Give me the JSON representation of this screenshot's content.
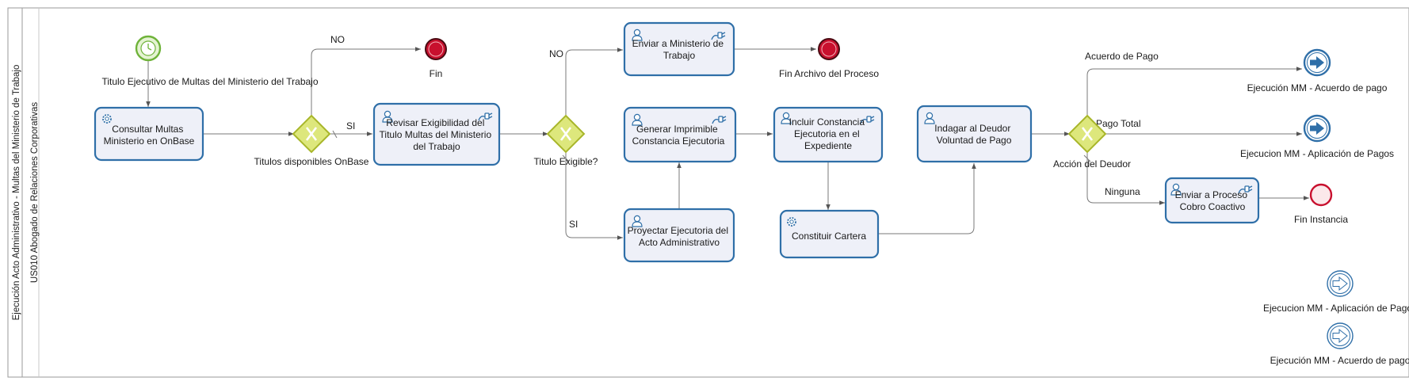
{
  "pool": {
    "label": "Ejecución Acto Administrativo - Multas del Ministerio de Trabajo",
    "lane_label": "US010 Abogado de Relaciones Corporativas"
  },
  "events": {
    "start": "Titulo Ejecutivo de Multas del Ministerio del Trabajo",
    "fin": "Fin",
    "fin_archivo": "Fin Archivo del Proceso",
    "fin_instancia": "Fin Instancia",
    "ejec_acuerdo": "Ejecución MM - Acuerdo de pago",
    "ejec_aplicacion": "Ejecucion MM - Aplicación de Pagos",
    "ejec_aplicacion_catch": "Ejecucion MM - Aplicación de Pagos",
    "ejec_acuerdo_catch": "Ejecución MM - Acuerdo de pago"
  },
  "gateways": {
    "g1": "Titulos disponibles OnBase",
    "g2": "Titulo Exigible?",
    "g3": "Acción del Deudor"
  },
  "tasks": {
    "consultar": [
      "Consultar Multas",
      "Ministerio en OnBase"
    ],
    "revisar": [
      "Revisar Exigibilidad del",
      "Titulo Multas del Ministerio",
      "del Trabajo"
    ],
    "enviar_ministerio": [
      "Enviar a Ministerio de",
      "Trabajo"
    ],
    "generar": [
      "Generar Imprimible",
      "Constancia Ejecutoria"
    ],
    "proyectar": [
      "Proyectar Ejecutoria del",
      "Acto Administrativo"
    ],
    "incluir": [
      "Incluir Constancia",
      "Ejecutoria en el",
      "Expediente"
    ],
    "constituir": [
      "Constituir Cartera"
    ],
    "indagar": [
      "Indagar al Deudor",
      "Voluntad de Pago"
    ],
    "enviar_coactivo": [
      "Enviar a Proceso",
      "Cobro Coactivo"
    ]
  },
  "flows": {
    "no1": "NO",
    "si1": "SI",
    "no2": "NO",
    "si2": "SI",
    "acuerdo": "Acuerdo de Pago",
    "pago_total": "Pago Total",
    "ninguna": "Ninguna"
  },
  "colors": {
    "task_stroke": "#2f6fa8",
    "task_fill": "#eef0f8",
    "start_stroke": "#6fb33a",
    "end_fill": "#c8102e",
    "gateway_fill": "#dde77c",
    "gateway_stroke": "#a8b62a",
    "message_stroke": "#2f6fa8"
  }
}
